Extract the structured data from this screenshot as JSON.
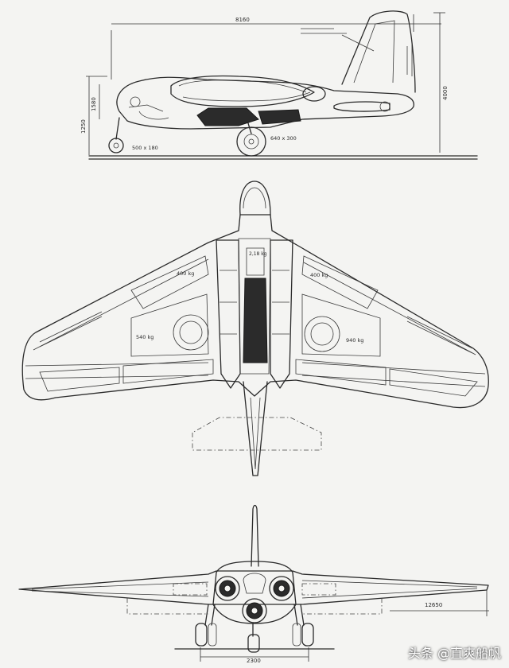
{
  "side_view": {
    "dim_overall_length": "8160",
    "dim_height": "4000",
    "dim_gear_height": "1250",
    "dim_fuselage_height": "1580",
    "label_nose_wheel": "500 x 180",
    "label_main_wheel": "640 x 300"
  },
  "plan_view": {
    "label_center_tank": "2,18 kg",
    "label_left_outer_tank": "400 kg",
    "label_right_outer_tank": "400 kg",
    "label_left_inner_tank": "540 kg",
    "label_right_inner_tank": "940 kg"
  },
  "front_view": {
    "dim_span": "12650",
    "dim_track": "2300"
  },
  "watermark": {
    "prefix": "头条",
    "handle": "@直爽船帆"
  }
}
